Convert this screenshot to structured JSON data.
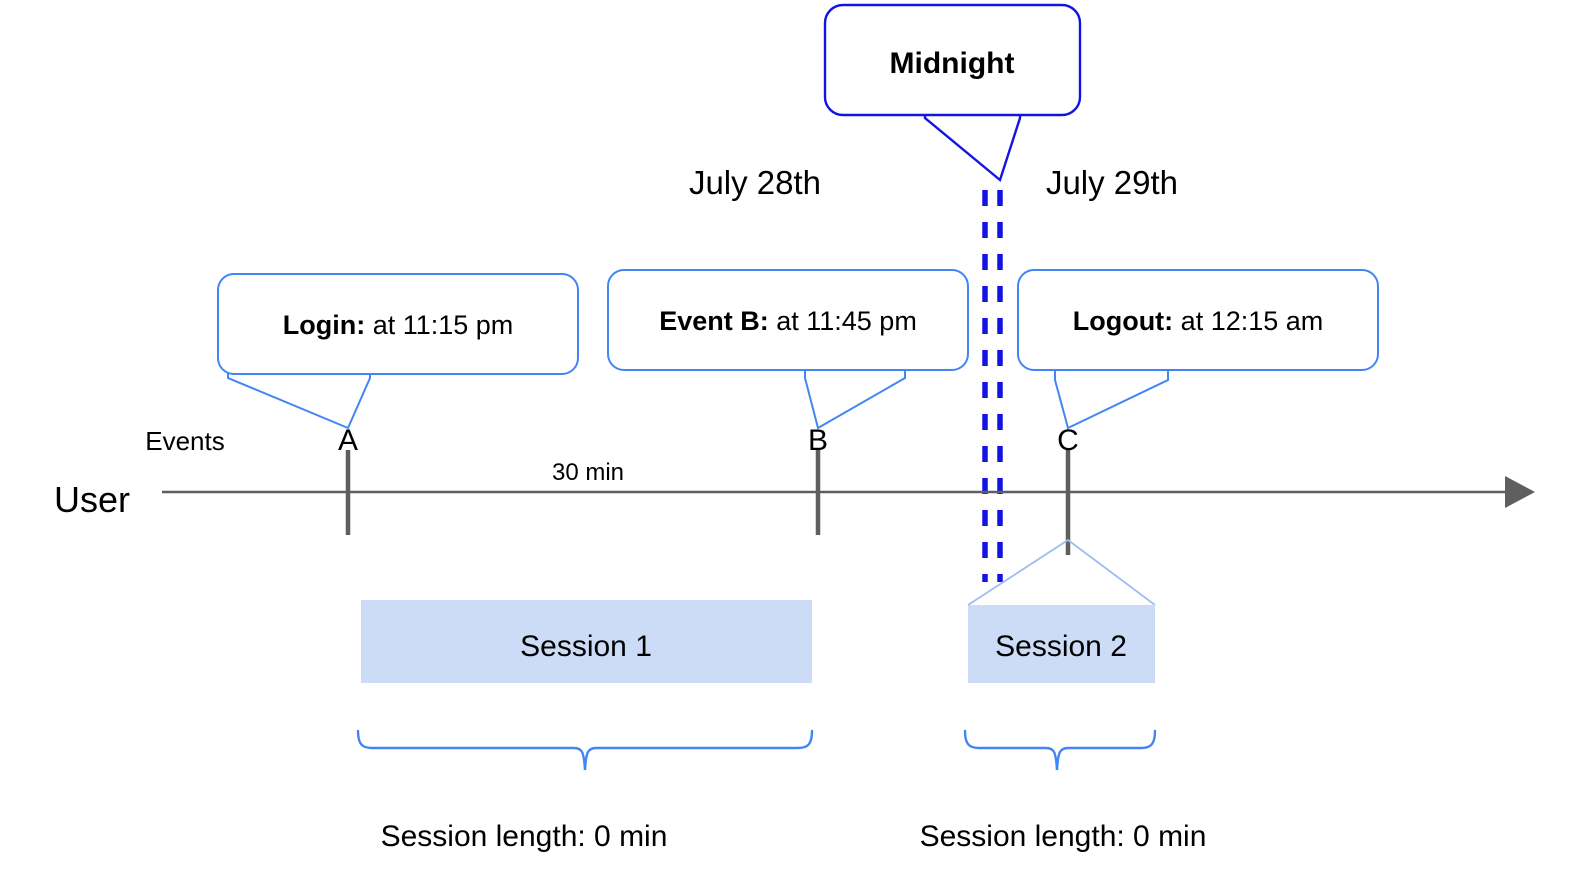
{
  "diagram": {
    "title_hidden": "",
    "colors": {
      "callout_border": "#4285f4",
      "midnight_border": "#1414e0",
      "session_fill": "#ccdcf7",
      "axis": "#5f5f5f",
      "tent": "#9dbdf0"
    }
  },
  "midnight_callout": {
    "label": "Midnight"
  },
  "day_labels": [
    {
      "text": "July 28th"
    },
    {
      "text": "July 29th"
    }
  ],
  "row_labels": {
    "events": "Events",
    "user": "User"
  },
  "event_callouts": [
    {
      "bold": "Login:",
      "rest": " at 11:15 pm"
    },
    {
      "bold": "Event B:",
      "rest": " at 11:45 pm"
    },
    {
      "bold": "Logout:",
      "rest": " at 12:15 am"
    }
  ],
  "event_markers": [
    {
      "letter": "A"
    },
    {
      "letter": "B"
    },
    {
      "letter": "C"
    }
  ],
  "interval_label": {
    "text": "30 min"
  },
  "sessions": [
    {
      "label": "Session 1",
      "length_text": "Session length: 0 min"
    },
    {
      "label": "Session 2",
      "length_text": "Session length: 0 min"
    }
  ]
}
